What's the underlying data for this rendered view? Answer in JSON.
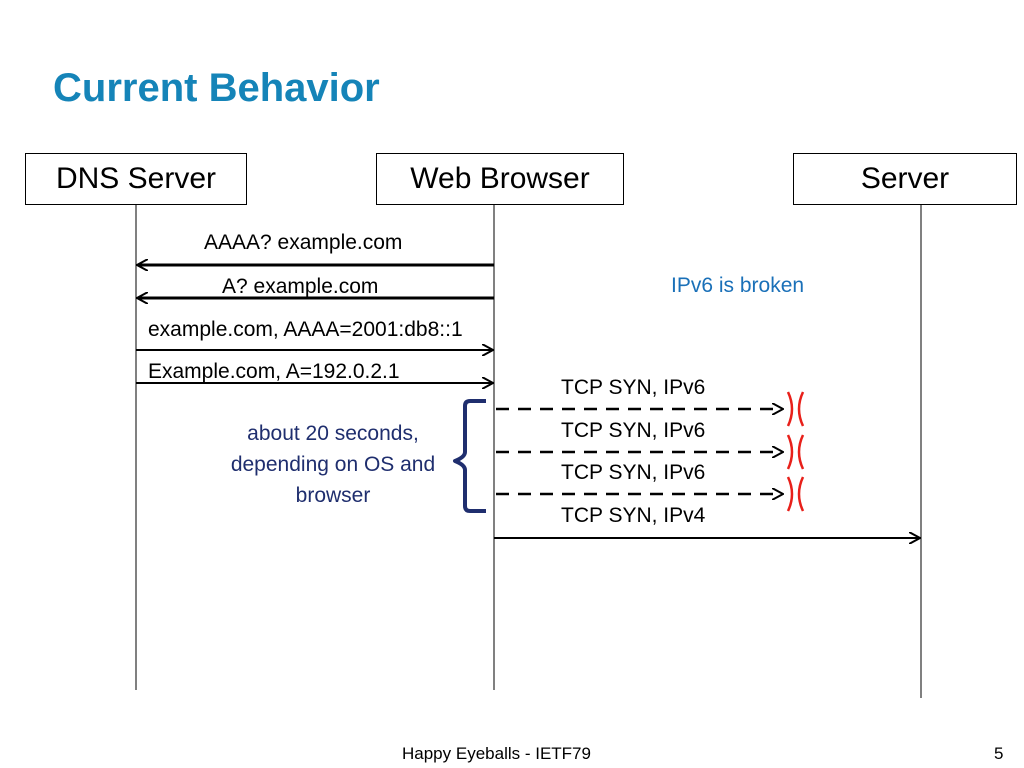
{
  "title": "Current Behavior",
  "actors": {
    "dns": "DNS Server",
    "browser": "Web Browser",
    "server": "Server"
  },
  "messages": [
    {
      "label": "AAAA? example.com",
      "from": "Web Browser",
      "to": "DNS Server",
      "style": "solid"
    },
    {
      "label": "A? example.com",
      "from": "Web Browser",
      "to": "DNS Server",
      "style": "solid"
    },
    {
      "label": "example.com, AAAA=2001:db8::1",
      "from": "DNS Server",
      "to": "Web Browser",
      "style": "solid"
    },
    {
      "label": "Example.com, A=192.0.2.1",
      "from": "DNS Server",
      "to": "Web Browser",
      "style": "solid"
    },
    {
      "label": "TCP SYN, IPv6",
      "from": "Web Browser",
      "to": "Server",
      "style": "dashed",
      "failed": true
    },
    {
      "label": "TCP SYN, IPv6",
      "from": "Web Browser",
      "to": "Server",
      "style": "dashed",
      "failed": true
    },
    {
      "label": "TCP SYN, IPv6",
      "from": "Web Browser",
      "to": "Server",
      "style": "dashed",
      "failed": true
    },
    {
      "label": "TCP SYN, IPv4",
      "from": "Web Browser",
      "to": "Server",
      "style": "solid"
    }
  ],
  "annotation": "IPv6 is broken",
  "brace_note": "about 20 seconds, depending on OS and browser",
  "footer": {
    "text": "Happy Eyeballs - IETF79",
    "page": "5"
  },
  "colors": {
    "title": "#1584b8",
    "annotation": "#1a70b8",
    "brace": "#1f2e6e",
    "failure_mark": "#e8201a"
  },
  "icons": [
    "failure-x-icon",
    "curly-brace-icon"
  ]
}
